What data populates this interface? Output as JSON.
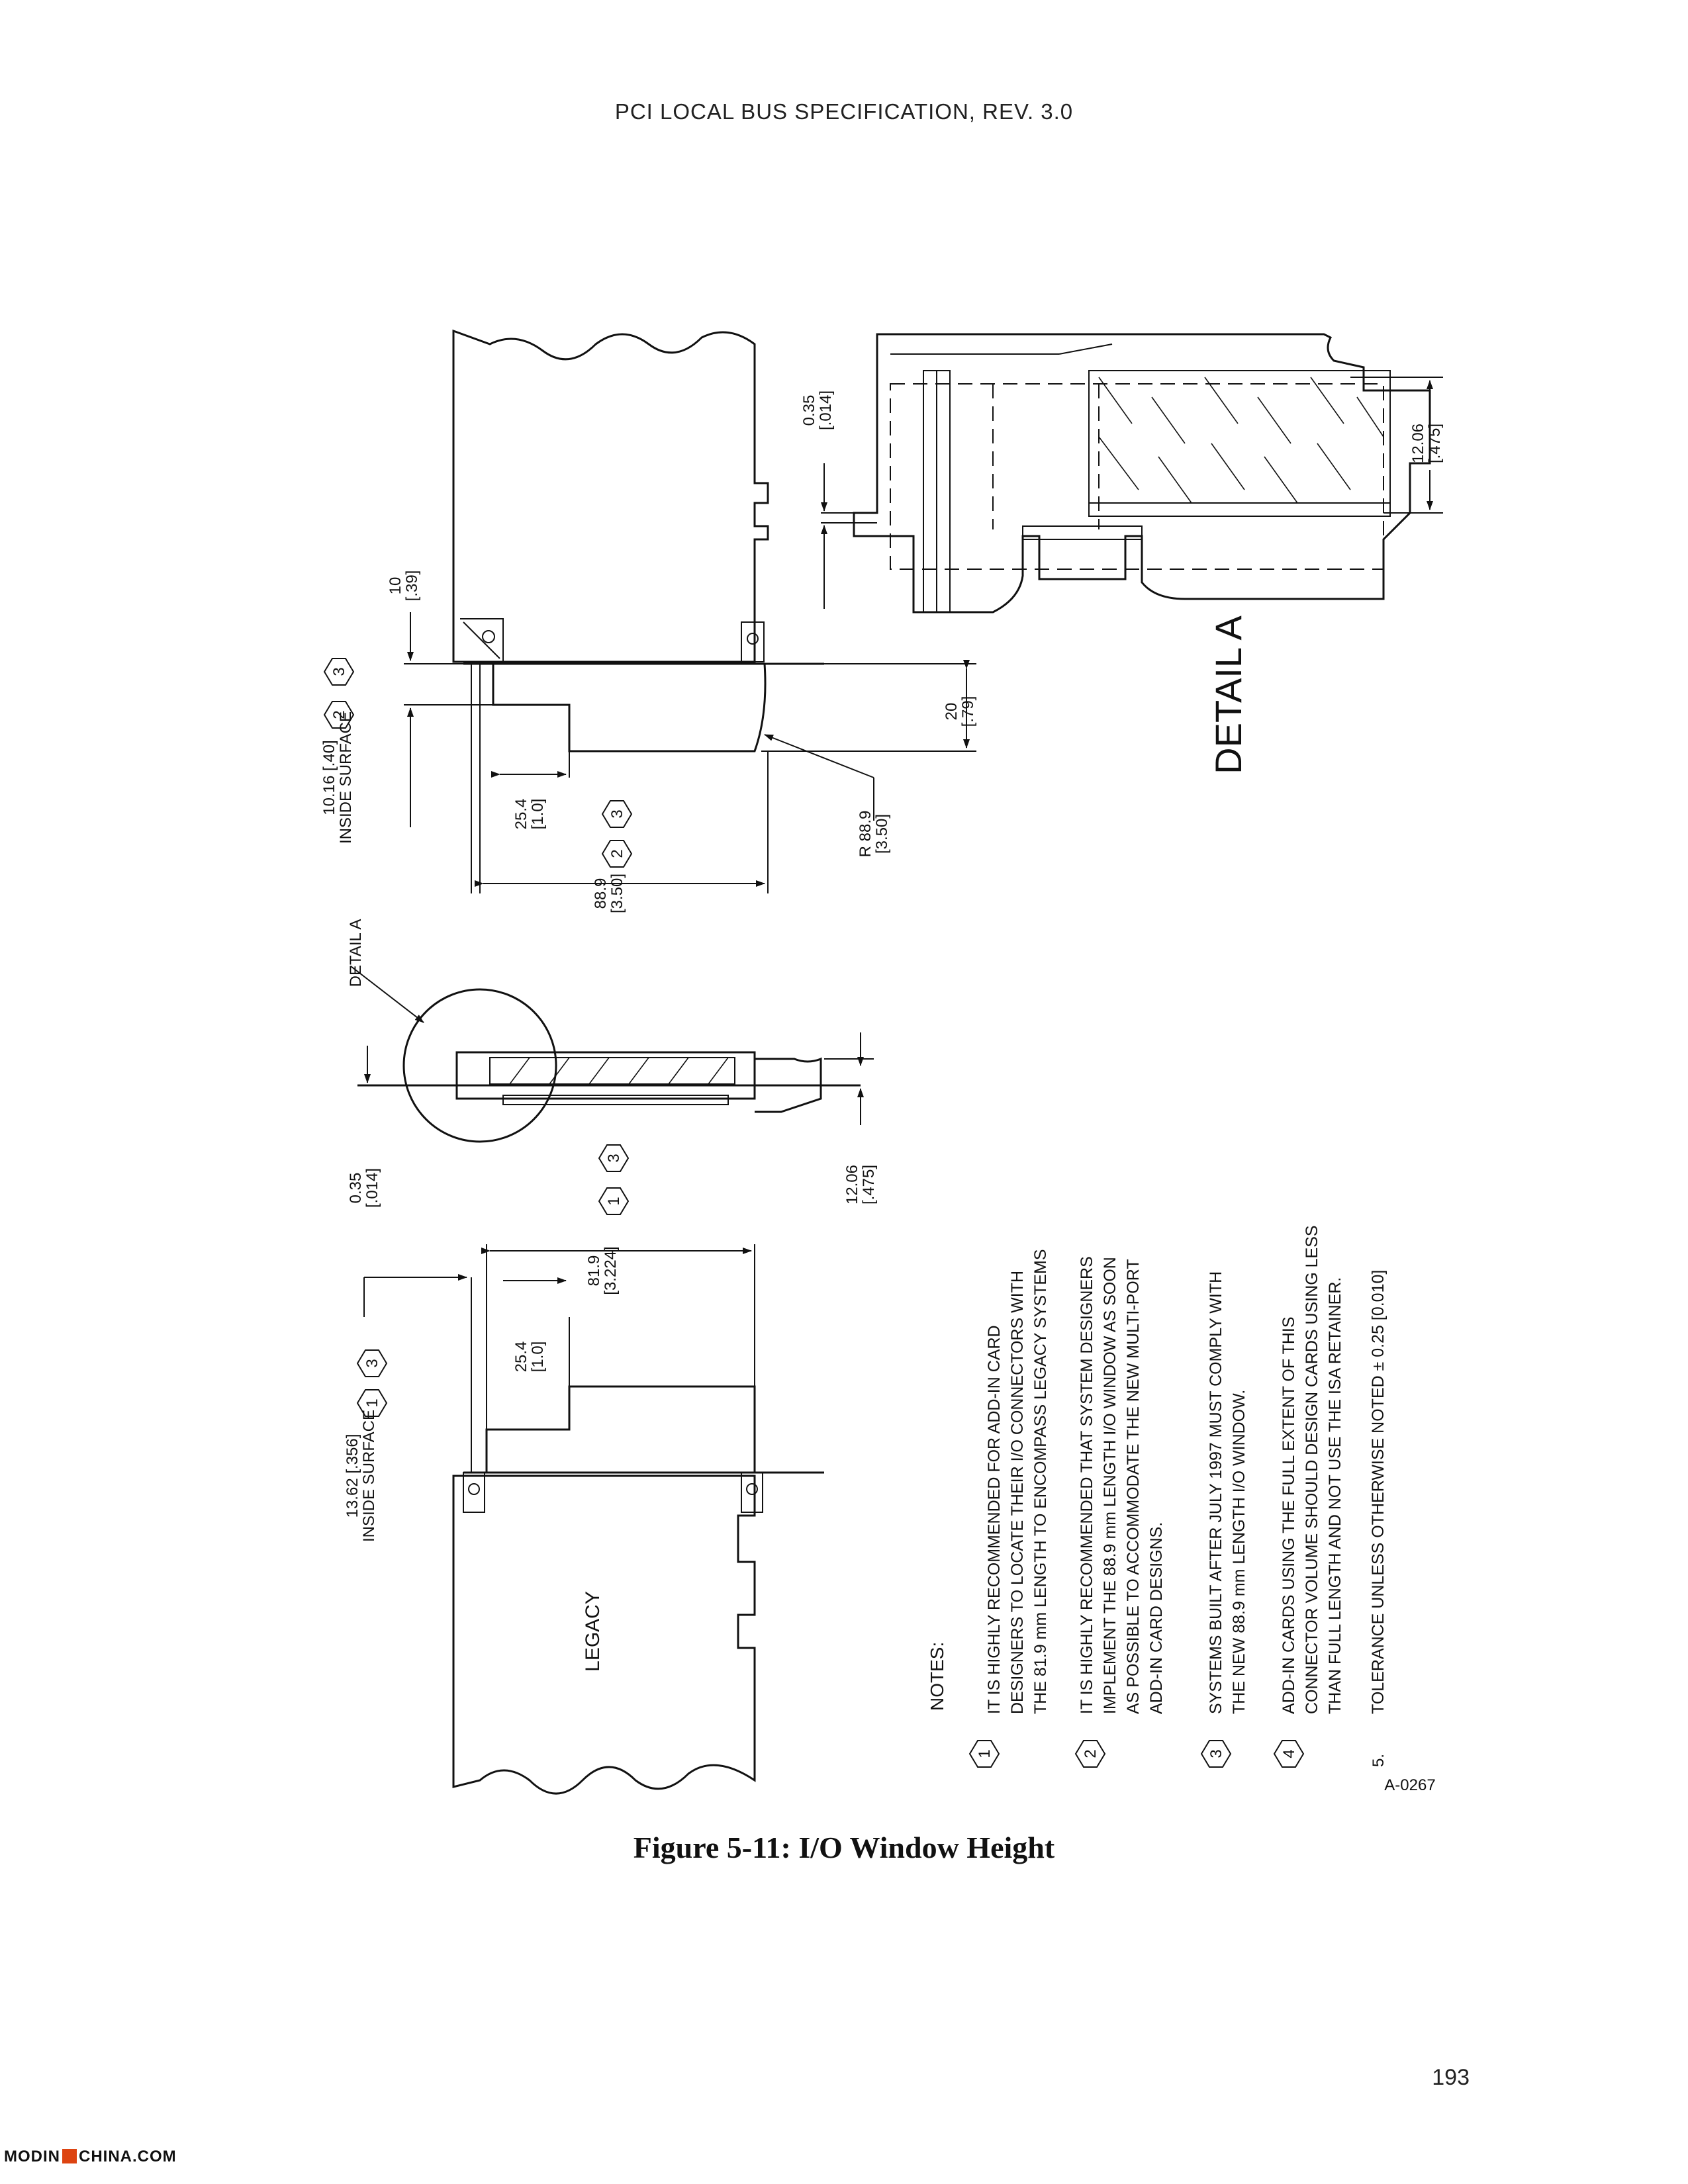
{
  "page": {
    "header": "PCI LOCAL BUS SPECIFICATION, REV. 3.0",
    "figure_caption": "Figure 5-11:  I/O Window Height",
    "page_number": "193",
    "footer_logo_left": "MODIN",
    "footer_logo_right": "CHINA.COM"
  },
  "drawing": {
    "legacy_label": "LEGACY",
    "detail_label": "DETAIL A",
    "detail_callout": "DETAIL A",
    "drawing_id": "A-0267",
    "dims": {
      "d_81_9": "81.9",
      "d_81_9_in": "[3.224]",
      "d_25_4_left": "25.4",
      "d_25_4_left_in": "[1.0]",
      "d_13_62": "13.62 [.356]",
      "d_inside_surface_left": "INSIDE SURFACE",
      "d_035_mid": "0.35",
      "d_035_mid_in": "[.014]",
      "d_1206_mid": "12.06",
      "d_1206_mid_in": "[.475]",
      "d_10_16": "10.16 [.40]",
      "d_inside_surface_right": "INSIDE SURFACE",
      "d_25_4_right": "25.4",
      "d_25_4_right_in": "[1.0]",
      "d_88_9": "88.9",
      "d_88_9_in": "[3.50]",
      "d_10": "10",
      "d_10_in": "[.39]",
      "d_20": "20",
      "d_20_in": "[.79]",
      "d_r88_9": "R 88.9",
      "d_r88_9_in": "[3.50]",
      "d_035_detail": "0.35",
      "d_035_detail_in": "[.014]",
      "d_1206_detail": "12.06",
      "d_1206_detail_in": "[.475]"
    },
    "hex_marks": {
      "a": "1",
      "b": "3",
      "c": "1",
      "d": "3",
      "e": "2",
      "f": "3",
      "g": "2",
      "h": "3"
    },
    "notes": {
      "title": "NOTES:",
      "items": [
        {
          "num": "1",
          "lines": [
            "IT IS HIGHLY RECOMMENDED FOR ADD-IN CARD",
            "DESIGNERS TO LOCATE THEIR I/O CONNECTORS WITH",
            "THE 81.9 mm LENGTH TO ENCOMPASS LEGACY SYSTEMS"
          ]
        },
        {
          "num": "2",
          "lines": [
            "IT IS HIGHLY RECOMMENDED THAT SYSTEM DESIGNERS",
            "IMPLEMENT THE 88.9 mm LENGTH I/O WINDOW AS SOON",
            "AS POSSIBLE TO ACCOMMODATE THE NEW MULTI-PORT",
            "ADD-IN CARD DESIGNS."
          ]
        },
        {
          "num": "3",
          "lines": [
            "SYSTEMS BUILT AFTER JULY 1997 MUST COMPLY WITH",
            "THE NEW 88.9 mm LENGTH I/O WINDOW."
          ]
        },
        {
          "num": "4",
          "lines": [
            "ADD-IN CARDS USING THE FULL EXTENT OF THIS",
            "CONNECTOR VOLUME SHOULD DESIGN CARDS USING LESS",
            "THAN FULL LENGTH AND NOT USE THE ISA RETAINER."
          ]
        },
        {
          "num": "5.",
          "lines": [
            "TOLERANCE UNLESS OTHERWISE NOTED ± 0.25 [0.010]"
          ]
        }
      ]
    }
  }
}
